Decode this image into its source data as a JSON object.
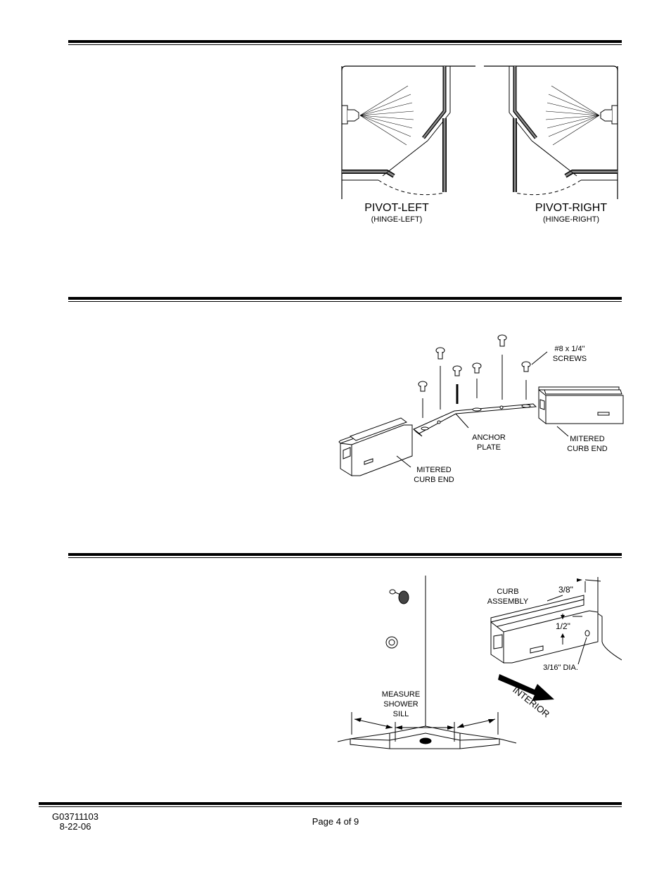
{
  "figure1": {
    "left_title": "PIVOT-LEFT",
    "left_subtitle": "(HINGE-LEFT)",
    "right_title": "PIVOT-RIGHT",
    "right_subtitle": "(HINGE-RIGHT)"
  },
  "figure2": {
    "screws_label_line1": "#8 x 1/4\"",
    "screws_label_line2": "SCREWS",
    "anchor_label_line1": "ANCHOR",
    "anchor_label_line2": "PLATE",
    "mitered_right_line1": "MITERED",
    "mitered_right_line2": "CURB END",
    "mitered_left_line1": "MITERED",
    "mitered_left_line2": "CURB END"
  },
  "figure3": {
    "curb_label_line1": "CURB",
    "curb_label_line2": "ASSEMBLY",
    "dim_3_8": "3/8\"",
    "dim_1_2": "1/2\"",
    "dim_dia": "3/16\" DIA.",
    "interior": "INTERIOR",
    "measure_line1": "MEASURE",
    "measure_line2": "SHOWER",
    "measure_line3": "SILL"
  },
  "footer": {
    "doc_number": "G03711103",
    "date": "8-22-06",
    "page": "Page 4 of 9"
  }
}
